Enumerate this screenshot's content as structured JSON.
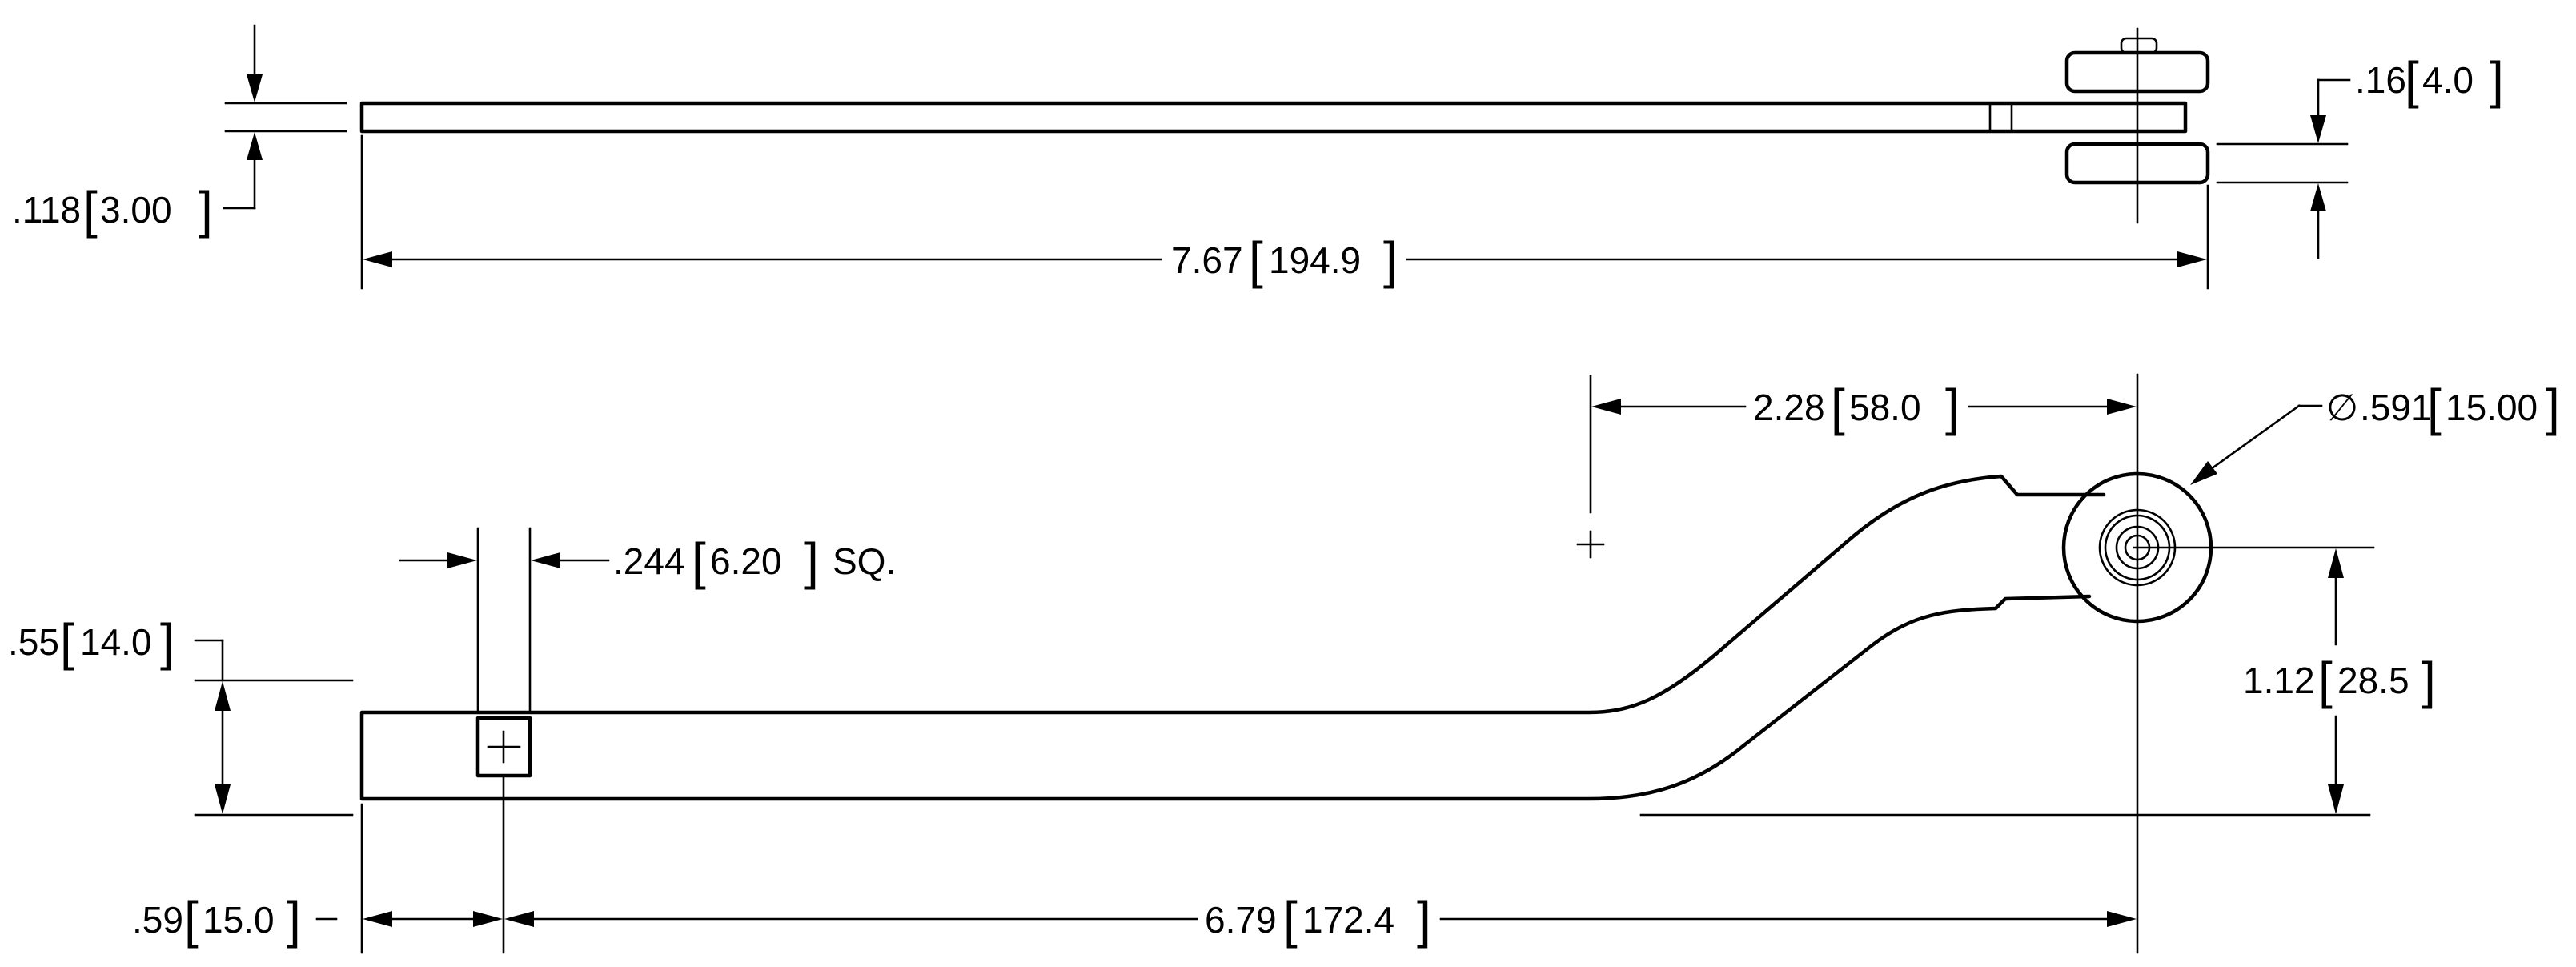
{
  "dimensions": {
    "thickness": {
      "inch": ".118",
      "mm": "3.00"
    },
    "overall_length": {
      "inch": "7.67",
      "mm": "194.9"
    },
    "wheel_offset": {
      "inch": ".16",
      "mm": "4.0"
    },
    "bend_run": {
      "inch": "2.28",
      "mm": "58.0"
    },
    "wheel_diameter": {
      "symbol": "∅",
      "inch": ".591",
      "mm": "15.00"
    },
    "square_hole": {
      "inch": ".244",
      "mm": "6.20",
      "suffix": "SQ."
    },
    "bar_width": {
      "inch": ".55",
      "mm": "14.0"
    },
    "bend_rise": {
      "inch": "1.12",
      "mm": "28.5"
    },
    "hole_from_end": {
      "inch": ".59",
      "mm": "15.0"
    },
    "hole_to_wheel": {
      "inch": "6.79",
      "mm": "172.4"
    }
  }
}
